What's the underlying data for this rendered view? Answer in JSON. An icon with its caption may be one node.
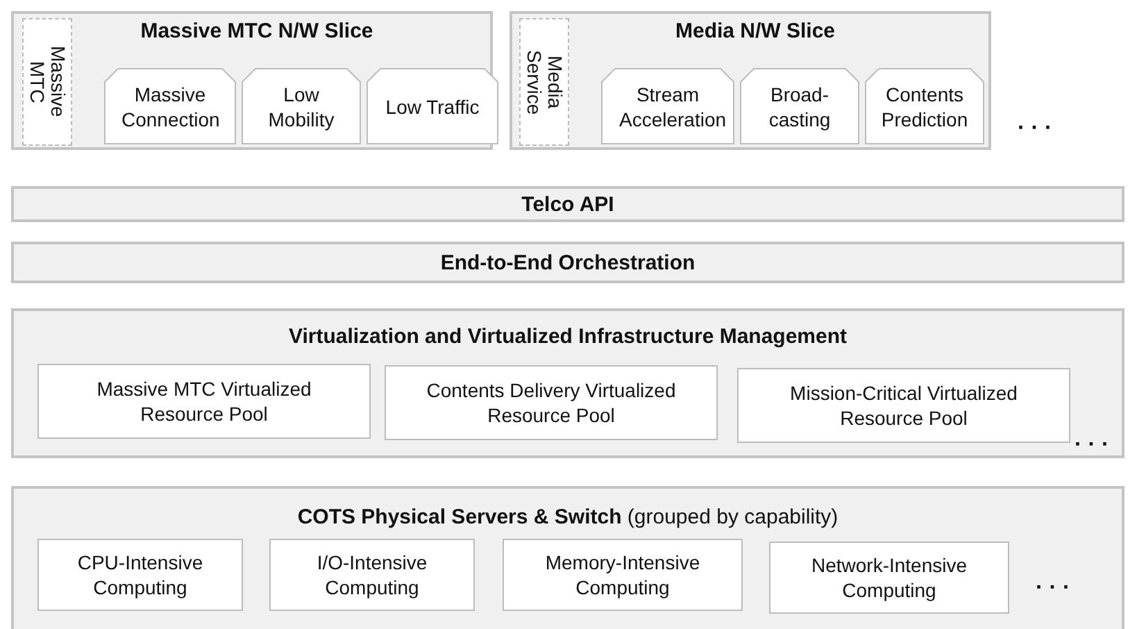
{
  "diagram": {
    "nodes": [
      {
        "text": [
          "Massive MTC N/W Slice"
        ]
      },
      {
        "text": [
          "Massive MTC"
        ],
        "in": 0
      },
      {
        "text": [
          "Massive Connection"
        ],
        "in": 0
      },
      {
        "text": [
          "Low Mobility"
        ],
        "in": 0
      },
      {
        "text": [
          "Low Traffic"
        ],
        "in": 0
      },
      {
        "text": [
          "Media N/W Slice"
        ]
      },
      {
        "text": [
          "Media Service"
        ],
        "in": 5
      },
      {
        "text": [
          "Stream Acceleration"
        ],
        "in": 5
      },
      {
        "text": [
          "Broad- casting"
        ],
        "in": 5
      },
      {
        "text": [
          "Contents Prediction"
        ],
        "in": 5
      },
      {
        "text": [
          "Telco API"
        ]
      },
      {
        "text": [
          "End-to-End Orchestration"
        ]
      },
      {
        "text": [
          "Virtualization and Virtualized Infrastructure Management"
        ]
      },
      {
        "text": [
          "Massive MTC Virtualized Resource Pool"
        ],
        "in": 12
      },
      {
        "text": [
          "Contents Delivery Virtualized Resource Pool"
        ],
        "in": 12
      },
      {
        "text": [
          "Mission-Critical Virtualized Resource Pool"
        ],
        "in": 12
      },
      {
        "text": [
          "**COTS Physical Servers & Switch** (grouped by capability)"
        ]
      },
      {
        "text": [
          "CPU-Intensive Computing"
        ],
        "in": 16
      },
      {
        "text": [
          "I/O-Intensive Computing"
        ],
        "in": 16
      },
      {
        "text": [
          "Memory-Intensive Computing"
        ],
        "in": 16
      },
      {
        "text": [
          "Network-Intensive Computing"
        ],
        "in": 16
      }
    ],
    "labels": [
      "· · ·",
      "· · ·",
      "· · ·"
    ]
  }
}
